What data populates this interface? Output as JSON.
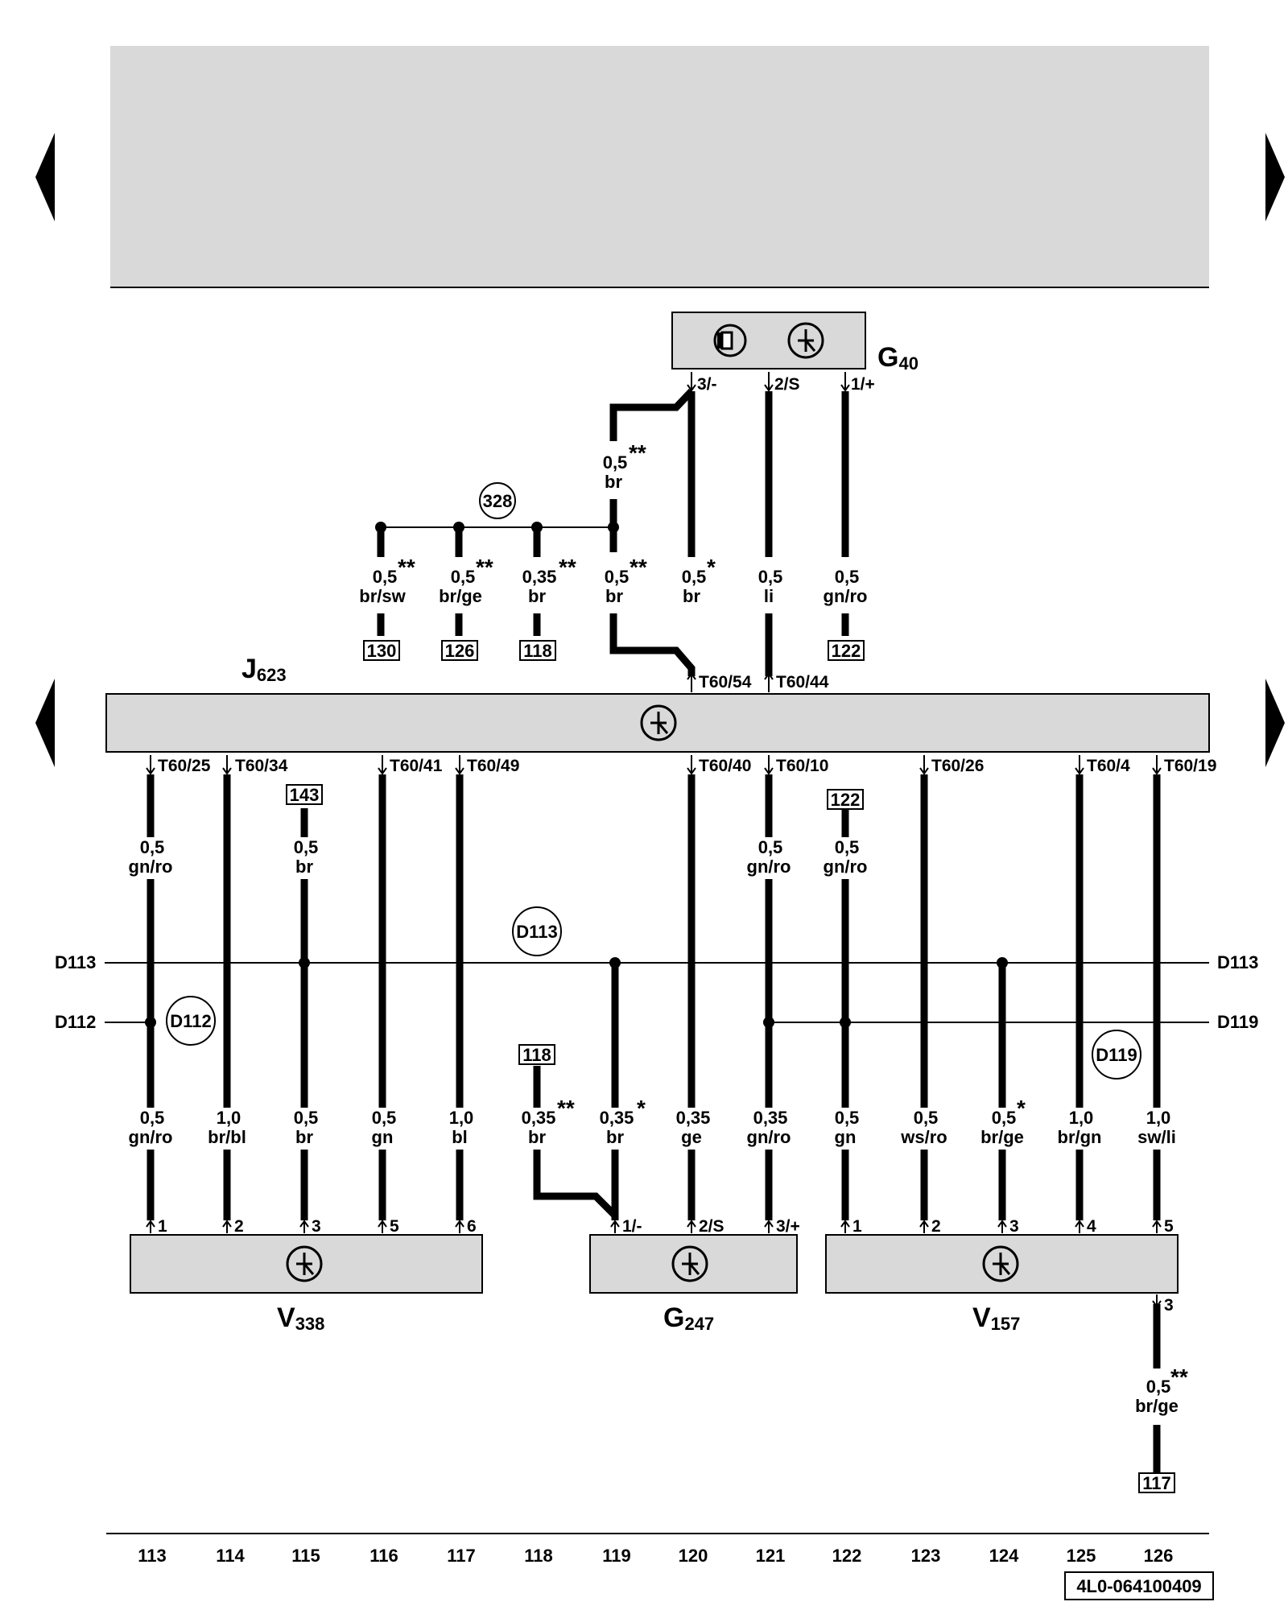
{
  "header": {
    "fill": "#d9d9d9"
  },
  "connectors": [
    "130",
    "126",
    "118",
    "122",
    "143",
    "122",
    "118",
    "117"
  ],
  "circles": [
    "328",
    "D113",
    "D112",
    "D119"
  ],
  "components": {
    "G40": {
      "letter": "G",
      "sub": "40"
    },
    "J623": {
      "letter": "J",
      "sub": "623"
    },
    "V338": {
      "letter": "V",
      "sub": "338"
    },
    "G247": {
      "letter": "G",
      "sub": "247"
    },
    "V157": {
      "letter": "V",
      "sub": "157"
    }
  },
  "wires_top": [
    {
      "size": "0,5",
      "color": "br/sw",
      "star": "**"
    },
    {
      "size": "0,5",
      "color": "br/ge",
      "star": "**"
    },
    {
      "size": "0,35",
      "color": "br",
      "star": "**"
    },
    {
      "size": "0,5",
      "color": "br",
      "star": "**"
    },
    {
      "size": "0,5",
      "color": "br",
      "star": "*"
    },
    {
      "size": "0,5",
      "color": "li",
      "star": ""
    },
    {
      "size": "0,5",
      "color": "gn/ro",
      "star": ""
    }
  ],
  "wire_g40_upper": {
    "size": "0,5",
    "color": "br",
    "star": "**"
  },
  "g40_pins": [
    "3/-",
    "2/S",
    "1/+"
  ],
  "j623_pins_top": [
    "T60/54",
    "T60/44"
  ],
  "j623_pins_bottom": [
    "T60/25",
    "T60/34",
    "T60/41",
    "T60/49",
    "T60/40",
    "T60/10",
    "T60/26",
    "T60/4",
    "T60/19"
  ],
  "wires_mid": [
    {
      "size": "0,5",
      "color": "gn/ro"
    },
    {
      "size": "0,5",
      "color": "br"
    },
    {
      "size": "0,5",
      "color": "gn/ro"
    },
    {
      "size": "0,5",
      "color": "gn/ro"
    }
  ],
  "bus_labels": {
    "left_d113": "D113",
    "left_d112": "D112",
    "right_d113": "D113",
    "right_d119": "D119"
  },
  "wires_bottom": [
    {
      "size": "0,5",
      "color": "gn/ro",
      "star": ""
    },
    {
      "size": "1,0",
      "color": "br/bl",
      "star": ""
    },
    {
      "size": "0,5",
      "color": "br",
      "star": ""
    },
    {
      "size": "0,5",
      "color": "gn",
      "star": ""
    },
    {
      "size": "1,0",
      "color": "bl",
      "star": ""
    },
    {
      "size": "0,35",
      "color": "br",
      "star": "**"
    },
    {
      "size": "0,35",
      "color": "br",
      "star": "*"
    },
    {
      "size": "0,35",
      "color": "ge",
      "star": ""
    },
    {
      "size": "0,35",
      "color": "gn/ro",
      "star": ""
    },
    {
      "size": "0,5",
      "color": "gn",
      "star": ""
    },
    {
      "size": "0,5",
      "color": "ws/ro",
      "star": ""
    },
    {
      "size": "0,5",
      "color": "br/ge",
      "star": "*"
    },
    {
      "size": "1,0",
      "color": "br/gn",
      "star": ""
    },
    {
      "size": "1,0",
      "color": "sw/li",
      "star": ""
    }
  ],
  "v338_pins": [
    "1",
    "2",
    "3",
    "5",
    "6"
  ],
  "g247_pins": [
    "1/-",
    "2/S",
    "3/+"
  ],
  "v157_pins": [
    "1",
    "2",
    "3",
    "4",
    "5"
  ],
  "v157_pin_bottom": "3",
  "wire_v157_bottom": {
    "size": "0,5",
    "color": "br/ge",
    "star": "**"
  },
  "columns": [
    "113",
    "114",
    "115",
    "116",
    "117",
    "118",
    "119",
    "120",
    "121",
    "122",
    "123",
    "124",
    "125",
    "126"
  ],
  "doc_id": "4L0-064100409"
}
